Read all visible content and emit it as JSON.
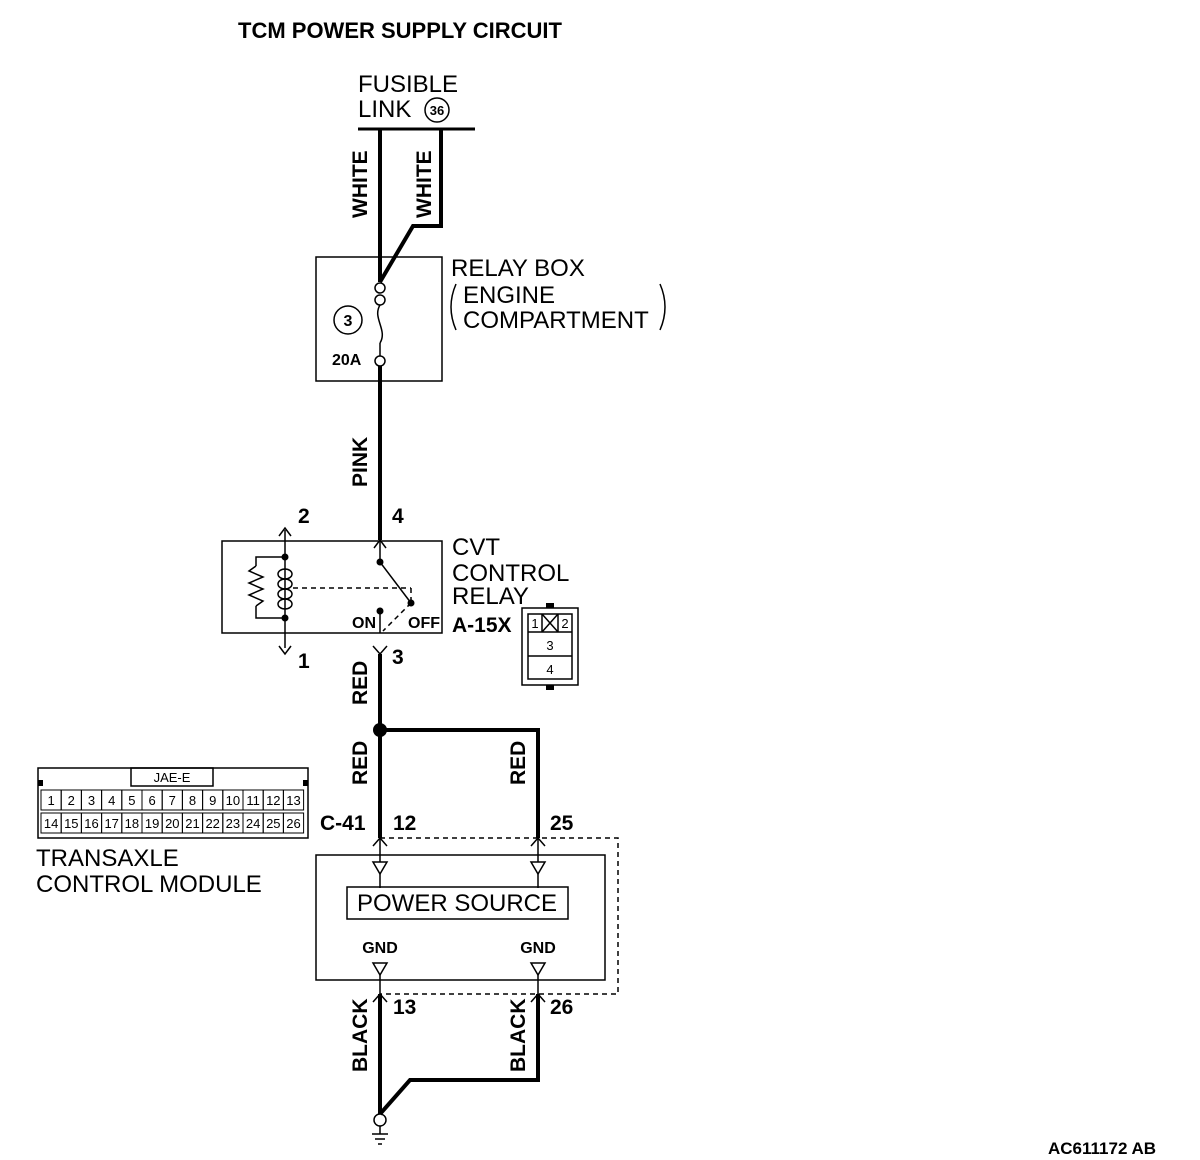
{
  "title": "TCM POWER SUPPLY CIRCUIT",
  "fusible_link": {
    "line1": "FUSIBLE",
    "line2": "LINK",
    "number": "36"
  },
  "wires": {
    "white_left": "WHITE",
    "white_right": "WHITE",
    "pink": "PINK",
    "red_upper": "RED",
    "red_left": "RED",
    "red_right": "RED",
    "black_left": "BLACK",
    "black_right": "BLACK"
  },
  "relay_box": {
    "line1": "RELAY BOX",
    "line2": "ENGINE",
    "line3": "COMPARTMENT",
    "fuse_number": "3",
    "fuse_rating": "20A"
  },
  "cvt_relay": {
    "line1": "CVT",
    "line2": "CONTROL",
    "line3": "RELAY",
    "code": "A-15X",
    "pins": {
      "p1": "1",
      "p2": "2",
      "p3": "3",
      "p4": "4"
    },
    "switch_on": "ON",
    "switch_off": "OFF",
    "connector_cells": [
      "1",
      "2",
      "3",
      "4"
    ]
  },
  "tcm": {
    "connector": "C-41",
    "pin_a": "12",
    "pin_b": "25",
    "pin_c": "13",
    "pin_d": "26",
    "power_label": "POWER SOURCE",
    "gnd_left": "GND",
    "gnd_right": "GND",
    "name_line1": "TRANSAXLE",
    "name_line2": "CONTROL MODULE",
    "connector_type": "JAE-E",
    "row1": [
      "1",
      "2",
      "3",
      "4",
      "5",
      "6",
      "7",
      "8",
      "9",
      "10",
      "11",
      "12",
      "13"
    ],
    "row2": [
      "14",
      "15",
      "16",
      "17",
      "18",
      "19",
      "20",
      "21",
      "22",
      "23",
      "24",
      "25",
      "26"
    ]
  },
  "figure_code": "AC611172 AB"
}
